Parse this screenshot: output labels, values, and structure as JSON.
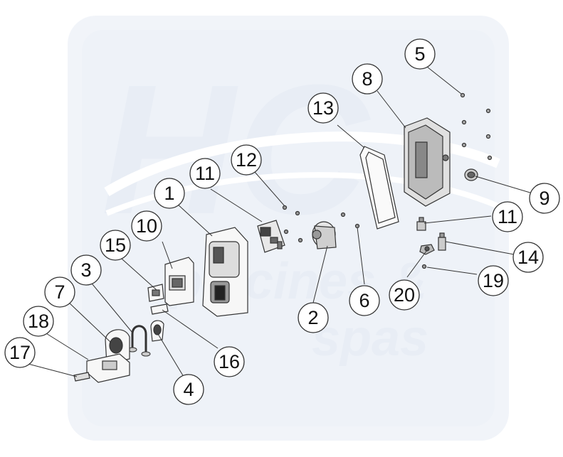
{
  "watermark": {
    "logo_text": "HC",
    "line1": "piscines &",
    "line2": "spas",
    "color": "#e4eaf3"
  },
  "callouts": [
    {
      "id": "1",
      "label": "1"
    },
    {
      "id": "2",
      "label": "2"
    },
    {
      "id": "3",
      "label": "3"
    },
    {
      "id": "4",
      "label": "4"
    },
    {
      "id": "5",
      "label": "5"
    },
    {
      "id": "6",
      "label": "6"
    },
    {
      "id": "7",
      "label": "7"
    },
    {
      "id": "8",
      "label": "8"
    },
    {
      "id": "9",
      "label": "9"
    },
    {
      "id": "10",
      "label": "10"
    },
    {
      "id": "11a",
      "label": "11"
    },
    {
      "id": "11b",
      "label": "11"
    },
    {
      "id": "12",
      "label": "12"
    },
    {
      "id": "13",
      "label": "13"
    },
    {
      "id": "14",
      "label": "14"
    },
    {
      "id": "15",
      "label": "15"
    },
    {
      "id": "16",
      "label": "16"
    },
    {
      "id": "17",
      "label": "17"
    },
    {
      "id": "18",
      "label": "18"
    },
    {
      "id": "19",
      "label": "19"
    },
    {
      "id": "20",
      "label": "20"
    }
  ]
}
